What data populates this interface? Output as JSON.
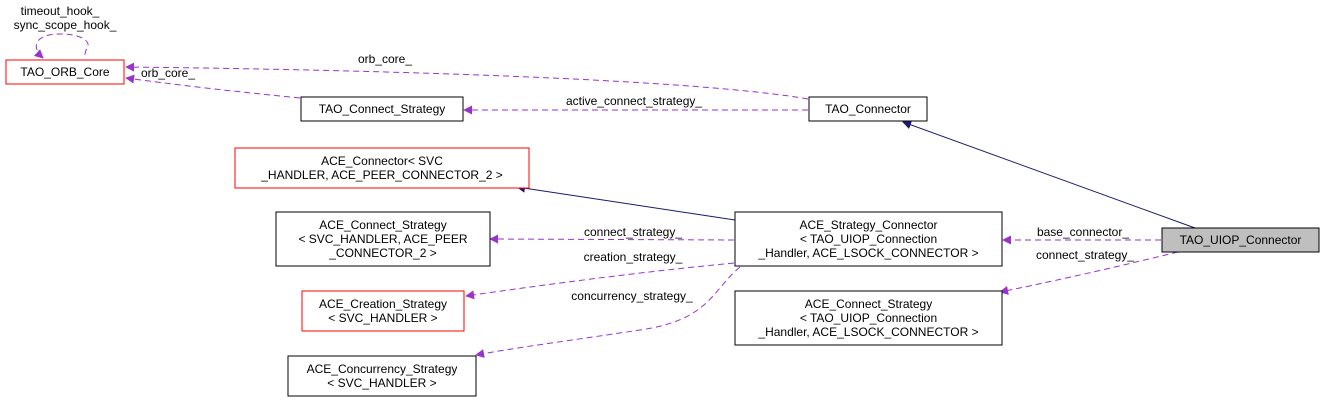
{
  "diagram": {
    "colors": {
      "normal_border": "#000000",
      "incomplete_border": "#ff0000",
      "focus_fill": "#bfbfbf",
      "inheritance_edge": "#191970",
      "usage_edge": "#9a32cd"
    },
    "nodes": [
      {
        "id": "tao_orb_core",
        "lines": [
          "TAO_ORB_Core"
        ],
        "style": "red"
      },
      {
        "id": "tao_connect_strategy",
        "lines": [
          "TAO_Connect_Strategy"
        ],
        "style": "normal"
      },
      {
        "id": "tao_connector",
        "lines": [
          "TAO_Connector"
        ],
        "style": "normal"
      },
      {
        "id": "ace_connector",
        "lines": [
          "ACE_Connector< SVC",
          "_HANDLER, ACE_PEER_CONNECTOR_2 >"
        ],
        "style": "red"
      },
      {
        "id": "ace_connect_strategy_svc",
        "lines": [
          "ACE_Connect_Strategy",
          "< SVC_HANDLER, ACE_PEER",
          "_CONNECTOR_2 >"
        ],
        "style": "normal"
      },
      {
        "id": "ace_strategy_connector",
        "lines": [
          "ACE_Strategy_Connector",
          "< TAO_UIOP_Connection",
          "_Handler, ACE_LSOCK_CONNECTOR >"
        ],
        "style": "normal"
      },
      {
        "id": "tao_uiop_connector",
        "lines": [
          "TAO_UIOP_Connector"
        ],
        "style": "focus"
      },
      {
        "id": "ace_creation_strategy",
        "lines": [
          "ACE_Creation_Strategy",
          "< SVC_HANDLER >"
        ],
        "style": "red"
      },
      {
        "id": "ace_connect_strategy_uiop",
        "lines": [
          "ACE_Connect_Strategy",
          "< TAO_UIOP_Connection",
          "_Handler, ACE_LSOCK_CONNECTOR >"
        ],
        "style": "normal"
      },
      {
        "id": "ace_concurrency_strategy",
        "lines": [
          "ACE_Concurrency_Strategy",
          "< SVC_HANDLER >"
        ],
        "style": "normal"
      }
    ],
    "edge_labels": {
      "self_loop": [
        "timeout_hook_",
        "sync_scope_hook_"
      ],
      "connector_orb_core": "orb_core_",
      "strategy_orb_core": "orb_core_",
      "active_connect_strategy": "active_connect_strategy_",
      "connect_strategy_svc": "connect_strategy_",
      "creation_strategy": "creation_strategy_",
      "concurrency_strategy": "concurrency_strategy_",
      "base_connector": "base_connector_",
      "connect_strategy_uiop": "connect_strategy_"
    }
  }
}
